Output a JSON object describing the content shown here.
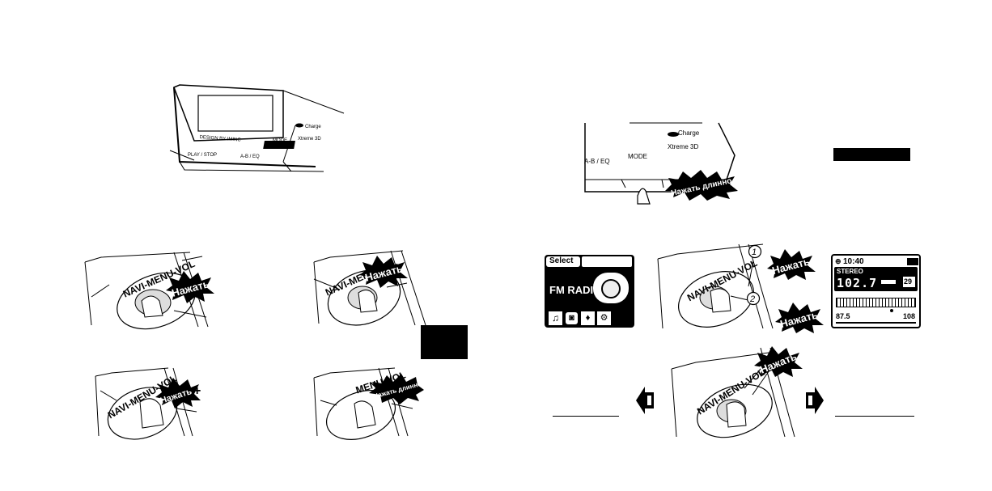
{
  "device_top": {
    "design_label": "DESIGN BY IMINC",
    "play_label": "PLAY / STOP",
    "ab_label": "A-B / EQ",
    "mode_label": "MODE",
    "charge_label": "Charge",
    "xtreme_label": "Xtreme 3D"
  },
  "device_right": {
    "ab_label": "A-B / EQ",
    "mode_label": "MODE",
    "charge_label": "Charge",
    "xtreme_label": "Xtreme 3D",
    "long_press": "Нажать длинно"
  },
  "dials": {
    "d1": {
      "label": "NAVI-MENU-VOL",
      "press": "Нажать"
    },
    "d2": {
      "label": "NAVI-MENU-VOL",
      "press": "Нажать"
    },
    "d3": {
      "label": "NAVI-MENU-VOL",
      "press": "Нажать",
      "plus": "+"
    },
    "d4": {
      "label": "MENU-VOL",
      "press": "Нажать длинно"
    },
    "d5": {
      "label": "NAVI-MENU-VOL",
      "press_top": "Нажать",
      "press_bottom": "Нажать",
      "step1": "1",
      "step2": "2"
    },
    "d6": {
      "label": "NAVI-MENU-VOL",
      "press": "Нажать"
    }
  },
  "fm_screen": {
    "select_label": "Select",
    "title": "FM RADIO",
    "icons": [
      "music-note-icon",
      "radio-icon",
      "voice-icon",
      "settings-icon"
    ]
  },
  "radio_screen": {
    "time": "10:40",
    "mode": "STEREO",
    "frequency": "102.7",
    "preset": "29",
    "range_min": "87.5",
    "range_max": "108",
    "tuner_position": 0.7
  }
}
